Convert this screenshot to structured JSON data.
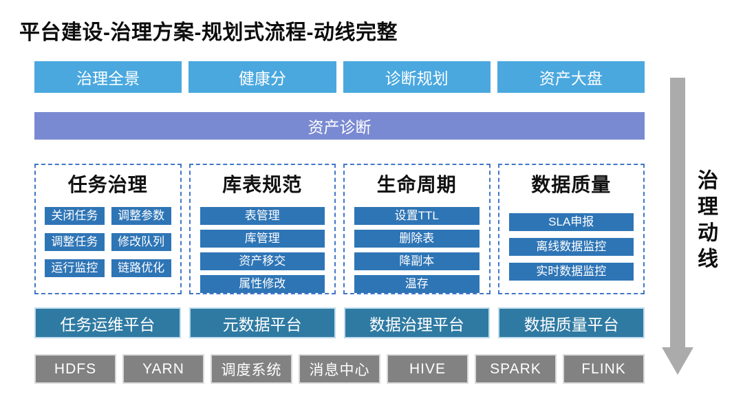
{
  "title": "平台建设-治理方案-规划式流程-动线完整",
  "top_row": [
    "治理全景",
    "健康分",
    "诊断规划",
    "资产大盘"
  ],
  "diagnosis_bar": "资产诊断",
  "modules": [
    {
      "title": "任务治理",
      "items": [
        "关闭任务",
        "调整参数",
        "调整任务",
        "修改队列",
        "运行监控",
        "链路优化"
      ]
    },
    {
      "title": "库表规范",
      "items": [
        "表管理",
        "库管理",
        "资产移交",
        "属性修改"
      ]
    },
    {
      "title": "生命周期",
      "items": [
        "设置TTL",
        "删除表",
        "降副本",
        "温存"
      ]
    },
    {
      "title": "数据质量",
      "items": [
        "SLA申报",
        "离线数据监控",
        "实时数据监控"
      ]
    }
  ],
  "platform_row": [
    "任务运维平台",
    "元数据平台",
    "数据治理平台",
    "数据质量平台"
  ],
  "infra_row": [
    "HDFS",
    "YARN",
    "调度系统",
    "消息中心",
    "HIVE",
    "SPARK",
    "FLINK"
  ],
  "flow_label": "治理动线",
  "colors": {
    "capability_blue": "#4AA8DF",
    "diagnosis_purple": "#7A8AD2",
    "action_item_blue": "#2E75B6",
    "module_dashed_border": "#4076C8",
    "platform_teal": "#2F7AA2",
    "infra_gray": "#828282",
    "arrow_gray": "#ABABAB"
  }
}
